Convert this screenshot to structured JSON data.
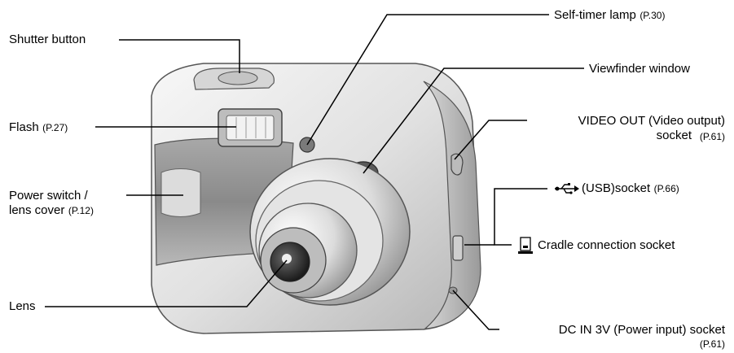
{
  "labels": {
    "shutter": {
      "main": "Shutter button"
    },
    "flash": {
      "main": "Flash",
      "ref": "(P.27)"
    },
    "power": {
      "line1": "Power switch /",
      "line2": "lens cover",
      "ref": "(P.12)"
    },
    "lens": {
      "main": "Lens"
    },
    "selftimer": {
      "main": "Self-timer lamp",
      "ref": "(P.30)"
    },
    "viewfinder": {
      "main": "Viewfinder window"
    },
    "video": {
      "line1": "VIDEO OUT (Video output)",
      "line2": "socket",
      "ref": "(P.61)"
    },
    "usb": {
      "main": "(USB)socket",
      "ref": "(P.66)"
    },
    "cradle": {
      "main": "Cradle connection socket"
    },
    "dcin": {
      "main": "DC IN 3V (Power input) socket",
      "ref": "(P.61)"
    }
  },
  "icons": [
    "usb-icon",
    "cradle-icon"
  ]
}
